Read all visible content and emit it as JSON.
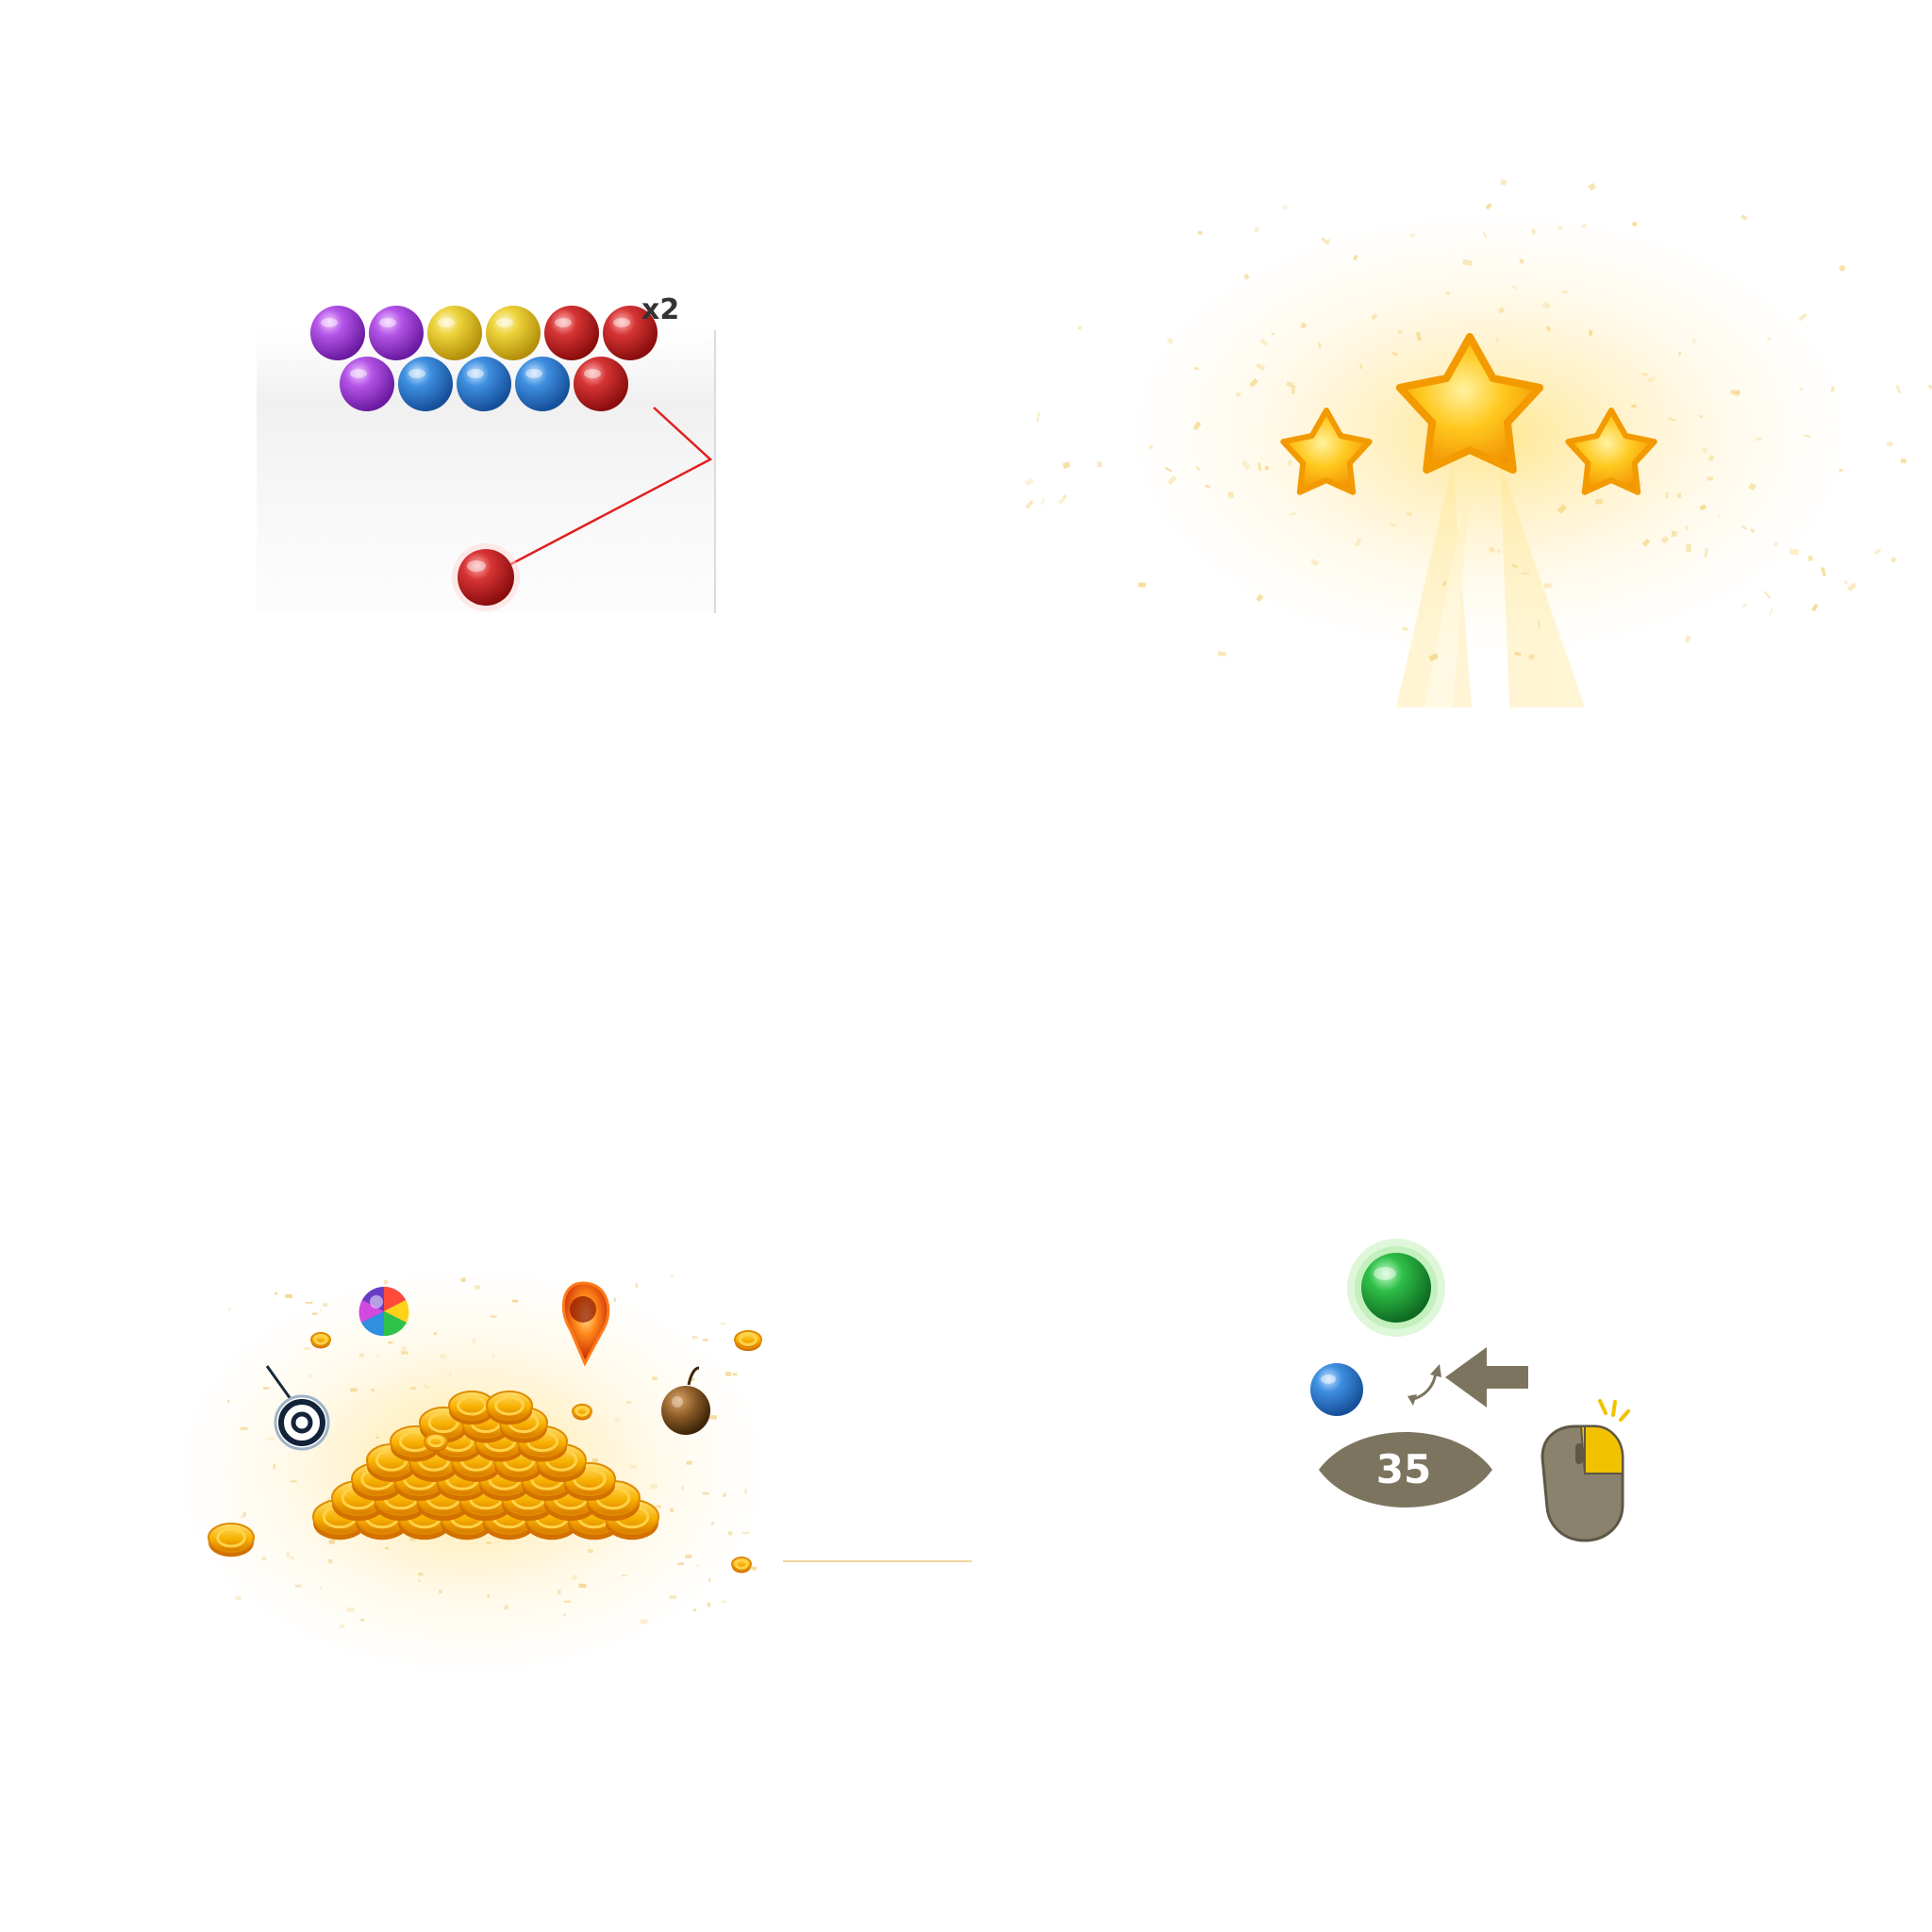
{
  "panels": {
    "aim": {
      "combo_label": "x2",
      "bubble_rows": [
        [
          "purple",
          "purple",
          "yellow",
          "yellow",
          "red",
          "red"
        ],
        [
          "purple",
          "blue",
          "blue",
          "blue",
          "red"
        ]
      ],
      "shooter_color": "red",
      "aim_line_color": "#e02020"
    },
    "stars": {
      "count": 3,
      "star_color": "#ffb800"
    },
    "coins": {
      "coin_color": "#f6a800",
      "powerups": [
        "target-icon",
        "rainbow-bubble-icon",
        "fire-bubble-icon",
        "bomb-icon"
      ]
    },
    "swap": {
      "current_bubble": "green",
      "next_bubble": "blue",
      "shots_remaining": "35",
      "arrow_color": "#7d7460",
      "mouse_highlight": "#f2c200"
    }
  },
  "colors": {
    "purple": "#9b2fd6",
    "yellow": "#e8c21a",
    "red": "#c81f1f",
    "blue": "#2f7fd6",
    "green": "#22a83a"
  }
}
